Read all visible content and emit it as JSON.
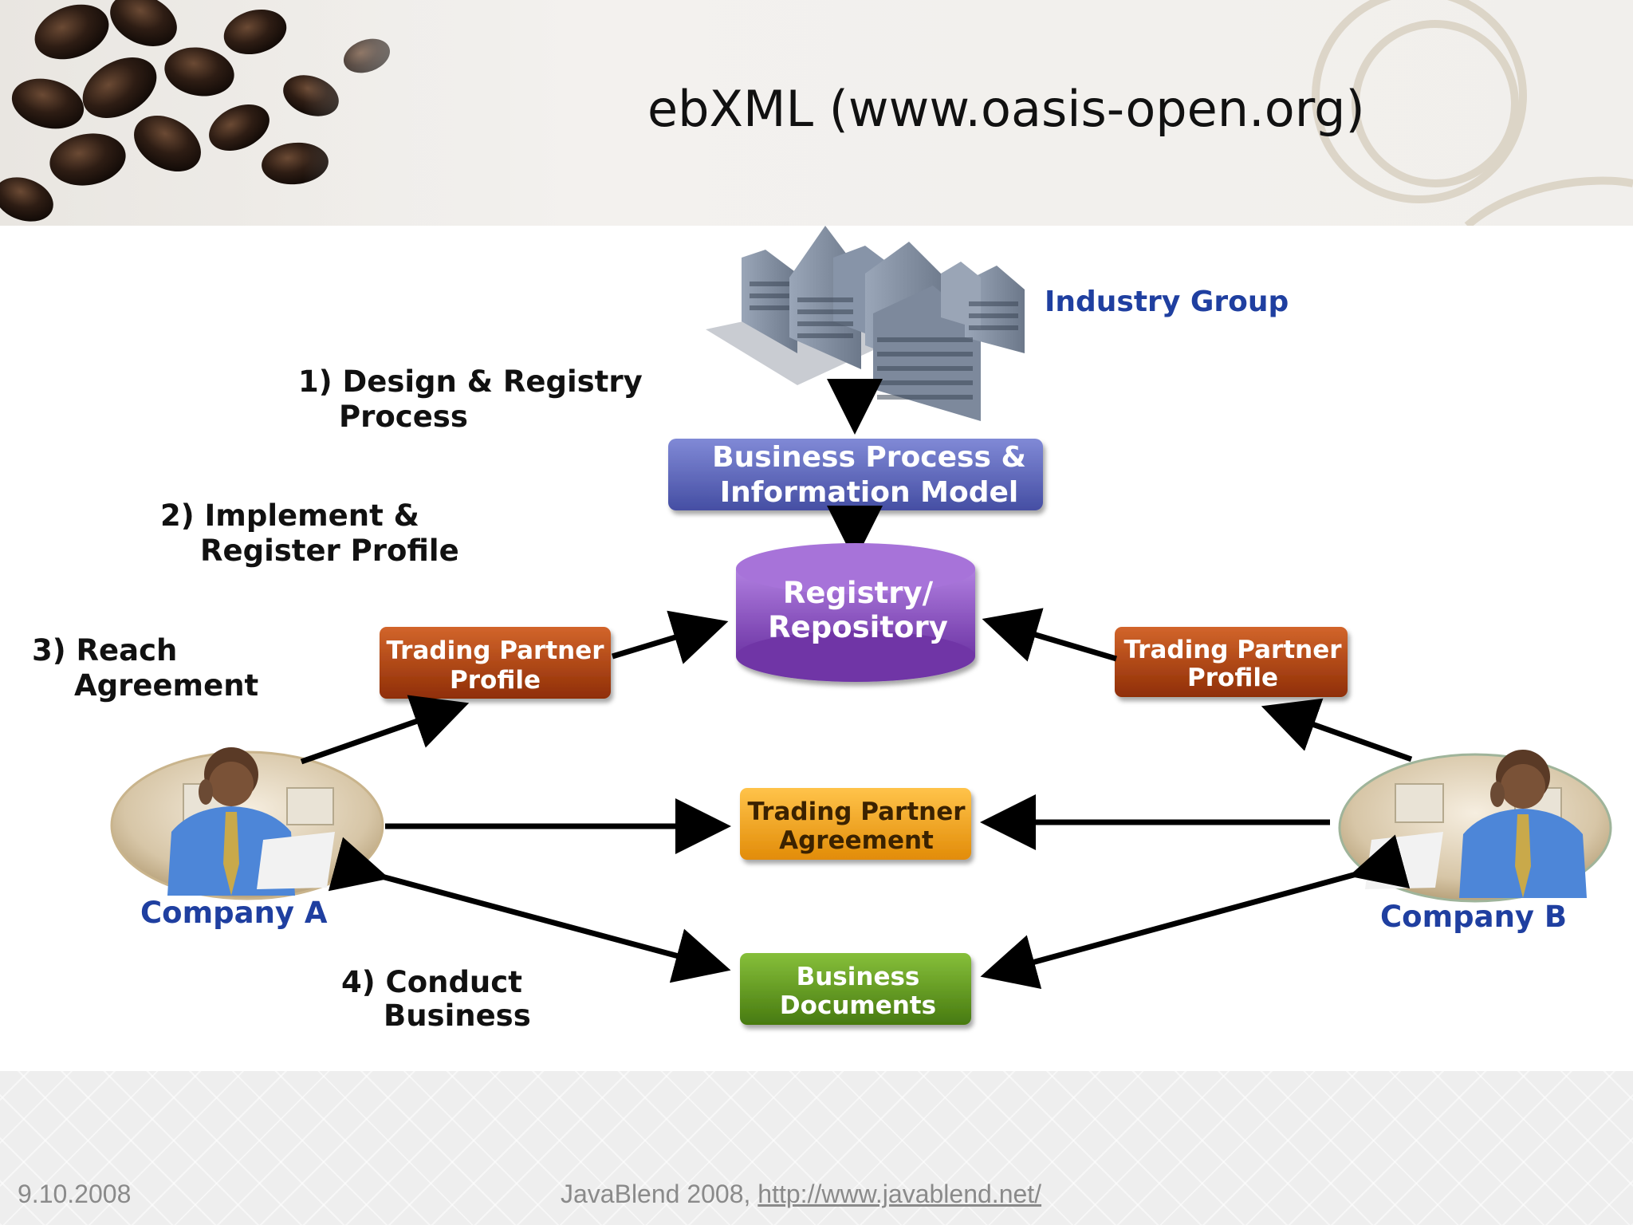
{
  "slide": {
    "title": "ebXML (www.oasis-open.org)",
    "footer_date": "9.10.2008",
    "footer_text": "JavaBlend 2008, ",
    "footer_link": "http://www.javablend.net/"
  },
  "diagram": {
    "industry_group": "Industry Group",
    "bpim_line1": "Business Process &",
    "bpim_line2": "Information Model",
    "registry_line1": "Registry/",
    "registry_line2": "Repository",
    "tpp_left_line1": "Trading Partner",
    "tpp_left_line2": "Profile",
    "tpp_right_line1": "Trading Partner",
    "tpp_right_line2": "Profile",
    "tpa_line1": "Trading Partner",
    "tpa_line2": "Agreement",
    "docs_line1": "Business",
    "docs_line2": "Documents",
    "company_a": "Company A",
    "company_b": "Company B",
    "step1_line1": "1) Design & Registry",
    "step1_line2": "Process",
    "step2_line1": "2) Implement &",
    "step2_line2": "Register Profile",
    "step3_line1": "3) Reach",
    "step3_line2": "Agreement",
    "step4_line1": "4) Conduct",
    "step4_line2": "Business",
    "colors": {
      "label_blue": "#1f3fa0",
      "bpim_box": "#5a64b8",
      "registry": "#8a4fc0",
      "tpp_box": "#b3410f",
      "tpa_box": "#f4a21a",
      "docs_box": "#5b9419"
    }
  }
}
